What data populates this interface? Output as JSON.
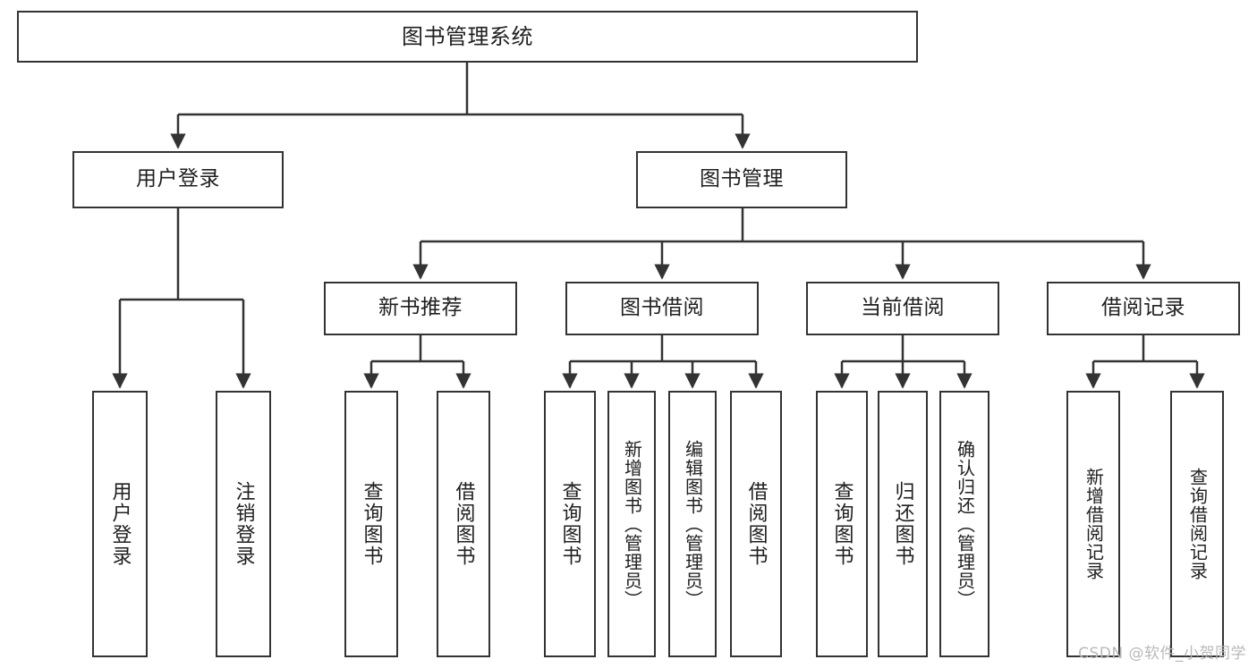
{
  "diagram": {
    "title": "图书管理系统",
    "type": "tree",
    "watermark": "CSDN @软件_小贺同学",
    "colors": {
      "box_border": "#333333",
      "box_fill": "#ffffff",
      "text": "#1f1f1f",
      "edge": "#333333",
      "watermark": "#b9b9b9",
      "background": "#ffffff"
    },
    "root": {
      "label": "图书管理系统"
    },
    "level2": [
      {
        "label": "用户登录"
      },
      {
        "label": "图书管理"
      }
    ],
    "level3": [
      {
        "label": "新书推荐"
      },
      {
        "label": "图书借阅"
      },
      {
        "label": "当前借阅"
      },
      {
        "label": "借阅记录"
      }
    ],
    "leaves": {
      "user_login": [
        {
          "label": "用户登录"
        },
        {
          "label": "注销登录"
        }
      ],
      "new_book": [
        {
          "label": "查询图书"
        },
        {
          "label": "借阅图书"
        }
      ],
      "borrow": [
        {
          "label": "查询图书"
        },
        {
          "label": "新增图书（管理员）"
        },
        {
          "label": "编辑图书（管理员）"
        },
        {
          "label": "借阅图书"
        }
      ],
      "current": [
        {
          "label": "查询图书"
        },
        {
          "label": "归还图书"
        },
        {
          "label": "确认归还（管理员）"
        }
      ],
      "records": [
        {
          "label": "新增借阅记录"
        },
        {
          "label": "查询借阅记录"
        }
      ]
    }
  }
}
